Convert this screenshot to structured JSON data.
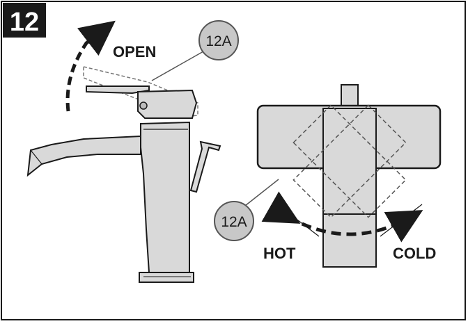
{
  "step": {
    "number": "12"
  },
  "callouts": {
    "top": "12A",
    "side": "12A"
  },
  "labels": {
    "open": "OPEN",
    "hot": "HOT",
    "cold": "COLD"
  },
  "colors": {
    "frame": "#1a1a1a",
    "handle_fill": "#d9d9d9",
    "callout_fill": "#c8c8c8",
    "ghost_stroke": "#555555"
  }
}
